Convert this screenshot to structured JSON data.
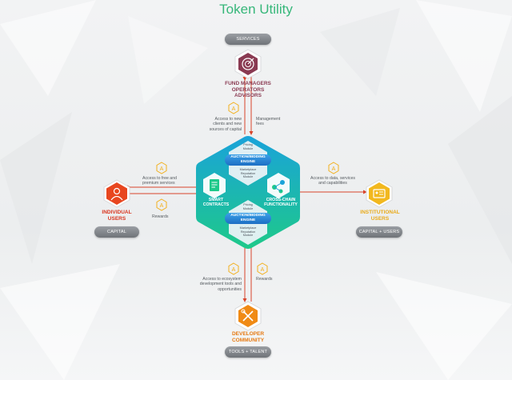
{
  "title": "Token Utility",
  "colors": {
    "title": "#37b77a",
    "fund_managers": "#8a3a52",
    "individual": "#d9341e",
    "institutional": "#e8a917",
    "developer": "#e67a12",
    "hexagon_top": "#1aa3d9",
    "hexagon_bottom": "#1ec98a"
  },
  "top": {
    "pill": "SERVICES",
    "label_lines": [
      "FUND MANAGERS",
      "OPERATORS",
      "ADVISORS"
    ],
    "icon": "target-icon",
    "arrow_left_text_lines": [
      "Access to new",
      "clients and new",
      "sources of capital"
    ],
    "arrow_right_text_lines": [
      "Management",
      "fees"
    ]
  },
  "left": {
    "label_lines": [
      "INDIVIDUAL",
      "USERS"
    ],
    "pill": "CAPITAL",
    "icon": "person-icon",
    "arrow_top_text_lines": [
      "Access to free and",
      "premium services"
    ],
    "arrow_bottom_text": "Rewards"
  },
  "right": {
    "label_lines": [
      "INSTITUTIONAL",
      "USERS"
    ],
    "pill": "CAPITAL + USERS",
    "icon": "id-card-icon",
    "arrow_text_lines": [
      "Access to data, services",
      "and capabilities"
    ]
  },
  "bottom": {
    "label_lines": [
      "DEVELOPER",
      "COMMUNITY"
    ],
    "pill": "TOOLS + TALENT",
    "icon": "tools-icon",
    "arrow_left_text_lines": [
      "Access to ecosystem",
      "development tools and",
      "opportunities"
    ],
    "arrow_right_text": "Rewards"
  },
  "hexagon": {
    "top_pricing_lines": [
      "Pricing",
      "Module"
    ],
    "top_engine_lines": [
      "AUCTION/BIDDING",
      "ENGINE"
    ],
    "top_marketplace_lines": [
      "Marketplace",
      "Reputation",
      "Module"
    ],
    "smart_contracts_lines": [
      "SMART",
      "CONTRACTS"
    ],
    "cross_chain_lines": [
      "CROSS-CHAIN",
      "FUNCTIONALITY"
    ],
    "bottom_pricing_lines": [
      "Pricing",
      "Module"
    ],
    "bottom_engine_lines": [
      "AUCTION/BIDDING",
      "ENGINE"
    ],
    "bottom_marketplace_lines": [
      "Marketplace",
      "Reputation",
      "Module"
    ],
    "contract_icon": "document-icon",
    "chain_icon": "network-icon"
  },
  "token_symbol": "A"
}
